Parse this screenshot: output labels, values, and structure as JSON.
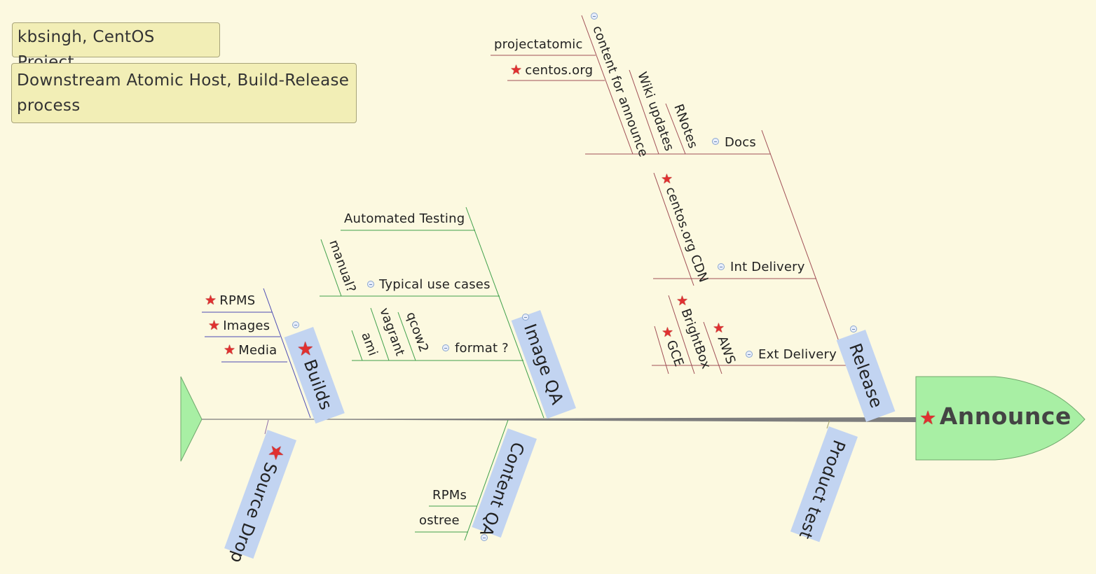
{
  "notes": {
    "author": "kbsingh, CentOS Project",
    "title": "Downstream Atomic Host, Build-Release process"
  },
  "head": {
    "label": "Announce",
    "starred": true,
    "color": "#a8efa4"
  },
  "colors": {
    "spine": "#7d7d7d",
    "release": "#a04f56",
    "imageqa": "#3fa04a",
    "builds": "#4c4cb4",
    "box": "#c2d4f1"
  },
  "bones": {
    "builds": {
      "label": "Builds",
      "starred": true,
      "items": [
        {
          "label": "RPMS",
          "starred": true
        },
        {
          "label": "Images",
          "starred": true
        },
        {
          "label": "Media",
          "starred": true
        }
      ]
    },
    "image_qa": {
      "label": "Image QA",
      "items": {
        "automated": "Automated Testing",
        "typical": {
          "label": "Typical use cases",
          "children": [
            "manual?"
          ]
        },
        "format": {
          "label": "format ?",
          "children": [
            "ami",
            "vagrant",
            "qcow2"
          ]
        }
      }
    },
    "release": {
      "label": "Release",
      "items": {
        "docs": {
          "label": "Docs",
          "children": [
            "content for announce",
            "Wiki updates",
            "RNotes"
          ],
          "content_children": [
            {
              "label": "projectatomic",
              "starred": false
            },
            {
              "label": "centos.org",
              "starred": true
            }
          ]
        },
        "int_delivery": {
          "label": "Int Delivery",
          "children": [
            {
              "label": "centos.org CDN",
              "starred": true
            }
          ]
        },
        "ext_delivery": {
          "label": "Ext Delivery",
          "children": [
            {
              "label": "GCE",
              "starred": true
            },
            {
              "label": "BrightBox",
              "starred": true
            },
            {
              "label": "AWS",
              "starred": true
            }
          ]
        }
      }
    },
    "source_drop": {
      "label": "Source Drop",
      "starred": true
    },
    "content_qa": {
      "label": "Content QA",
      "items": [
        "RPMs",
        "ostree"
      ]
    },
    "product_test": {
      "label": "Product test"
    }
  }
}
